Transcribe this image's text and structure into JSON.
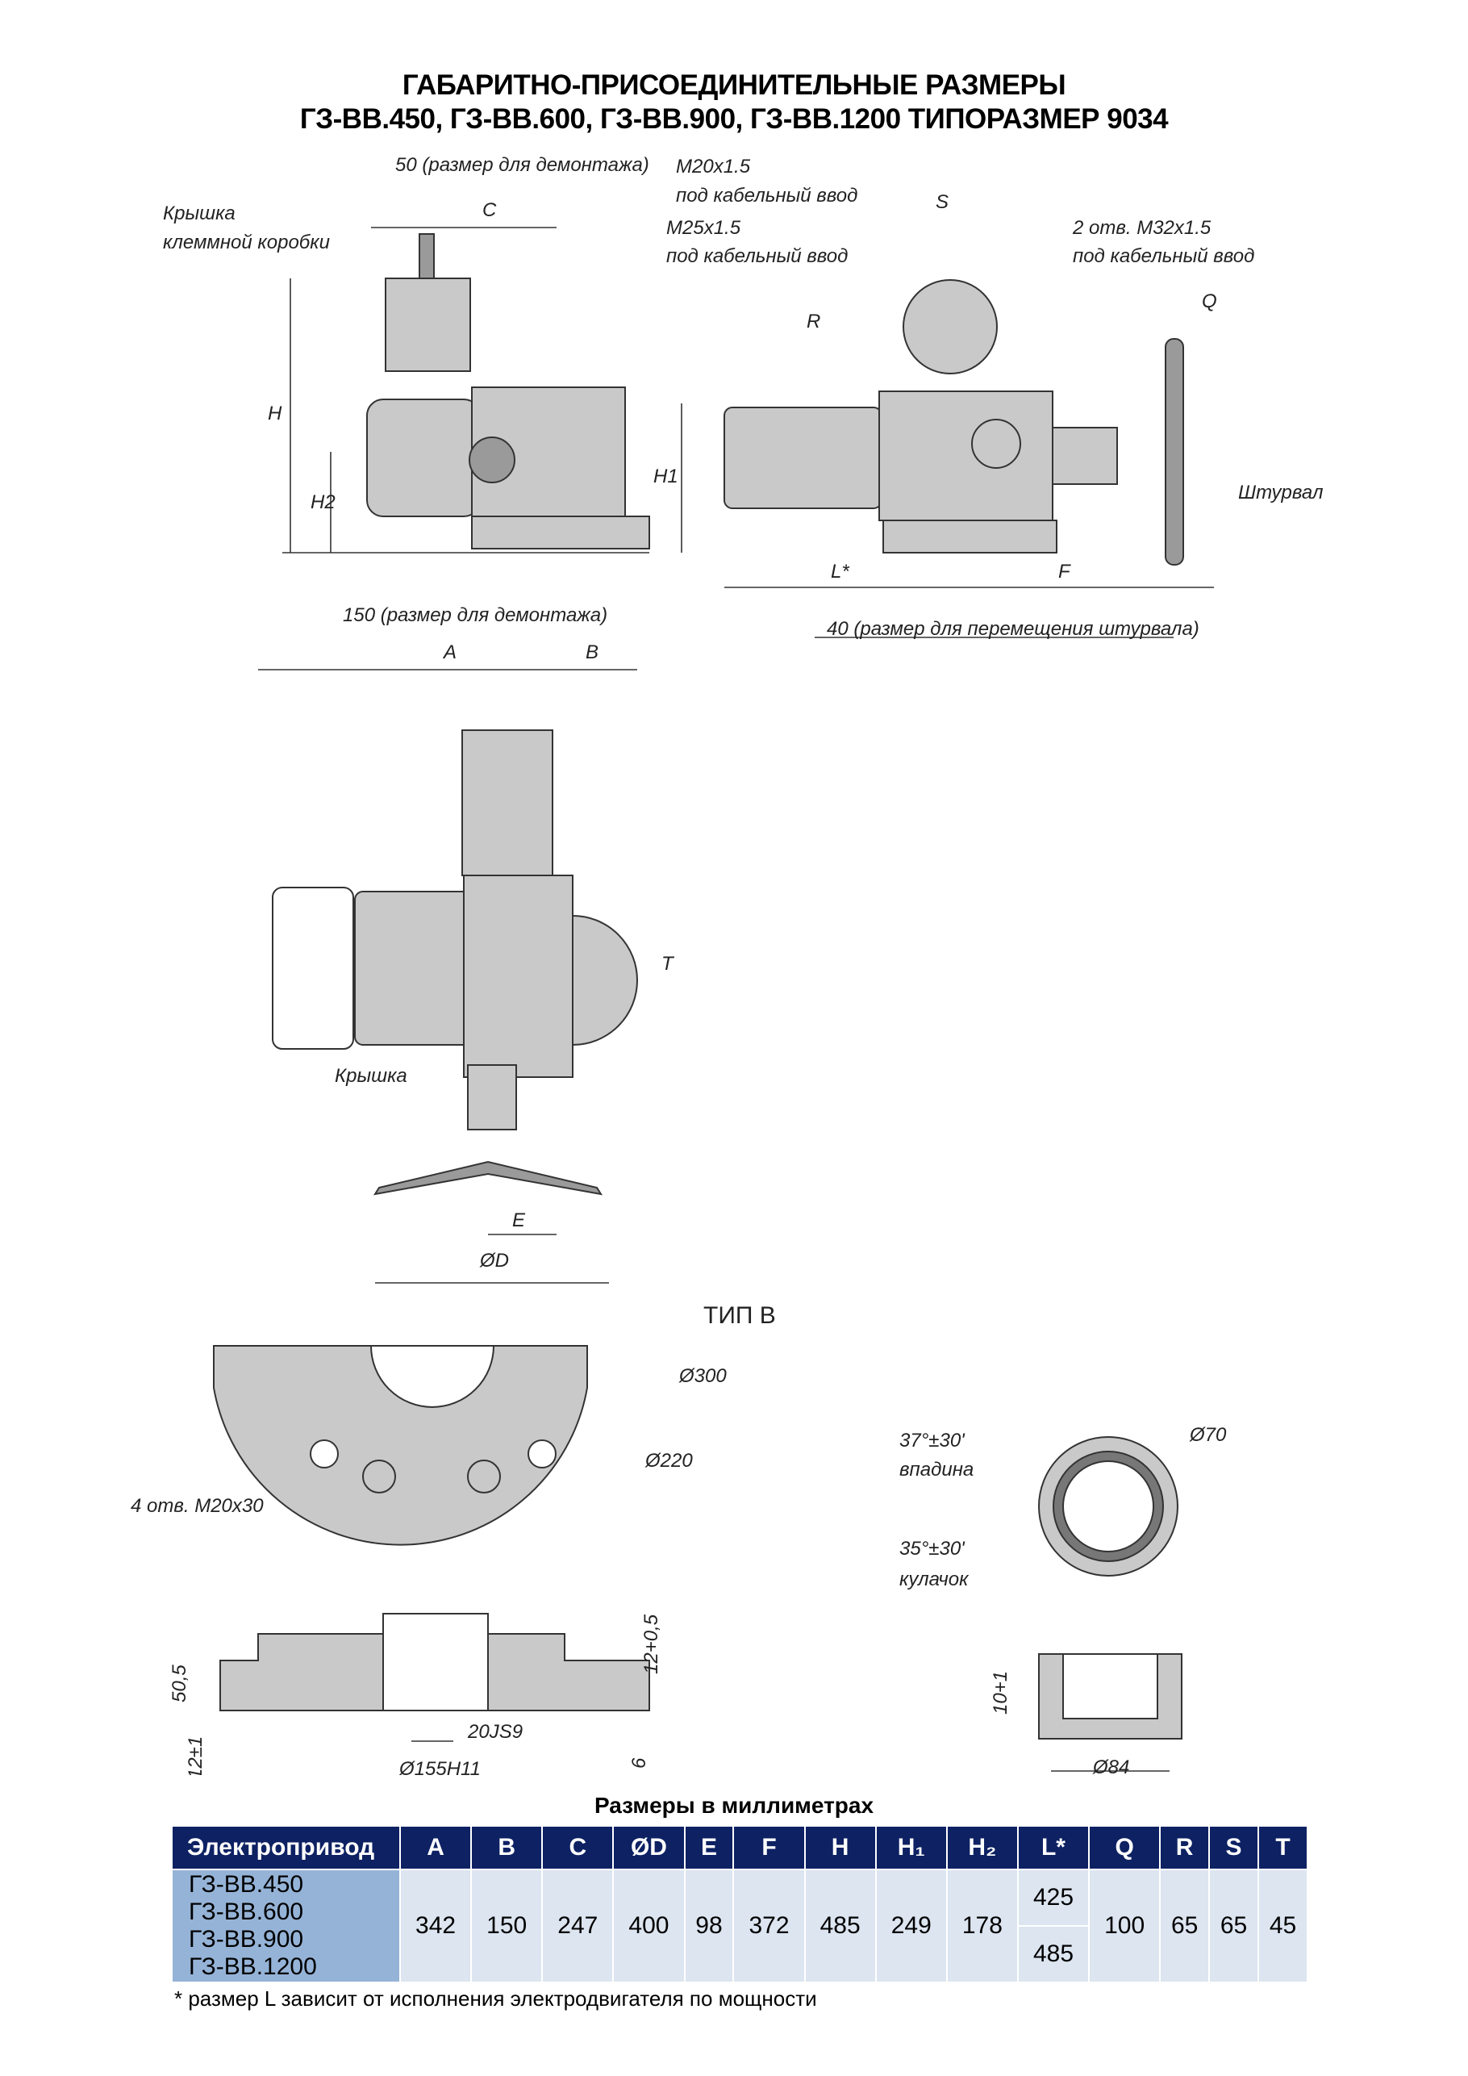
{
  "title": {
    "line1": "ГАБАРИТНО-ПРИСОЕДИНИТЕЛЬНЫЕ РАЗМЕРЫ",
    "line2": "ГЗ-ВВ.450, ГЗ-ВВ.600, ГЗ-ВВ.900, ГЗ-ВВ.1200 ТИПОРАЗМЕР 9034"
  },
  "drawing_labels": {
    "dismount_50": "50 (размер для демонтажа)",
    "terminal_cover_1": "Крышка",
    "terminal_cover_2": "клеммной коробки",
    "C": "C",
    "H": "H",
    "H1": "H1",
    "H2": "H2",
    "m20": "M20x1.5",
    "m20_sub": "под кабельный ввод",
    "m25": "M25x1.5",
    "m25_sub": "под кабельный ввод",
    "S": "S",
    "m32": "2 отв. M32x1.5",
    "m32_sub": "под кабельный ввод",
    "R": "R",
    "Q": "Q",
    "handwheel": "Штурвал",
    "L": "L*",
    "F": "F",
    "handwheel_move_40": "40 (размер для перемещения штурвала)",
    "dismount_150": "150 (размер для демонтажа)",
    "A": "A",
    "B": "B",
    "T": "T",
    "cover": "Крышка",
    "E": "E",
    "D": "ØD",
    "type_b": "ТИП В",
    "d300": "Ø300",
    "d220": "Ø220",
    "holes": "4 отв. M20x30",
    "angle37": "37°±30'",
    "groove": "впадина",
    "d70": "Ø70",
    "angle35": "35°±30'",
    "cam": "кулачок",
    "h50_5": "50,5",
    "h12_1": "12±1",
    "h12_05": "12+0,5",
    "js9": "20JS9",
    "d155": "Ø155H11",
    "six": "6",
    "ten": "10+1",
    "d84": "Ø84"
  },
  "table": {
    "caption": "Размеры в миллиметрах",
    "headers": [
      "Электропривод",
      "A",
      "B",
      "C",
      "ØD",
      "E",
      "F",
      "H",
      "H₁",
      "H₂",
      "L*",
      "Q",
      "R",
      "S",
      "T"
    ],
    "models": [
      "ГЗ-ВВ.450",
      "ГЗ-ВВ.600",
      "ГЗ-ВВ.900",
      "ГЗ-ВВ.1200"
    ],
    "values": {
      "A": "342",
      "B": "150",
      "C": "247",
      "D": "400",
      "E": "98",
      "F": "372",
      "H": "485",
      "H1": "249",
      "H2": "178",
      "L1": "425",
      "L2": "485",
      "Q": "100",
      "R": "65",
      "S": "65",
      "T": "45"
    },
    "footnote": "* размер L зависит от исполнения электродвигателя по мощности"
  }
}
